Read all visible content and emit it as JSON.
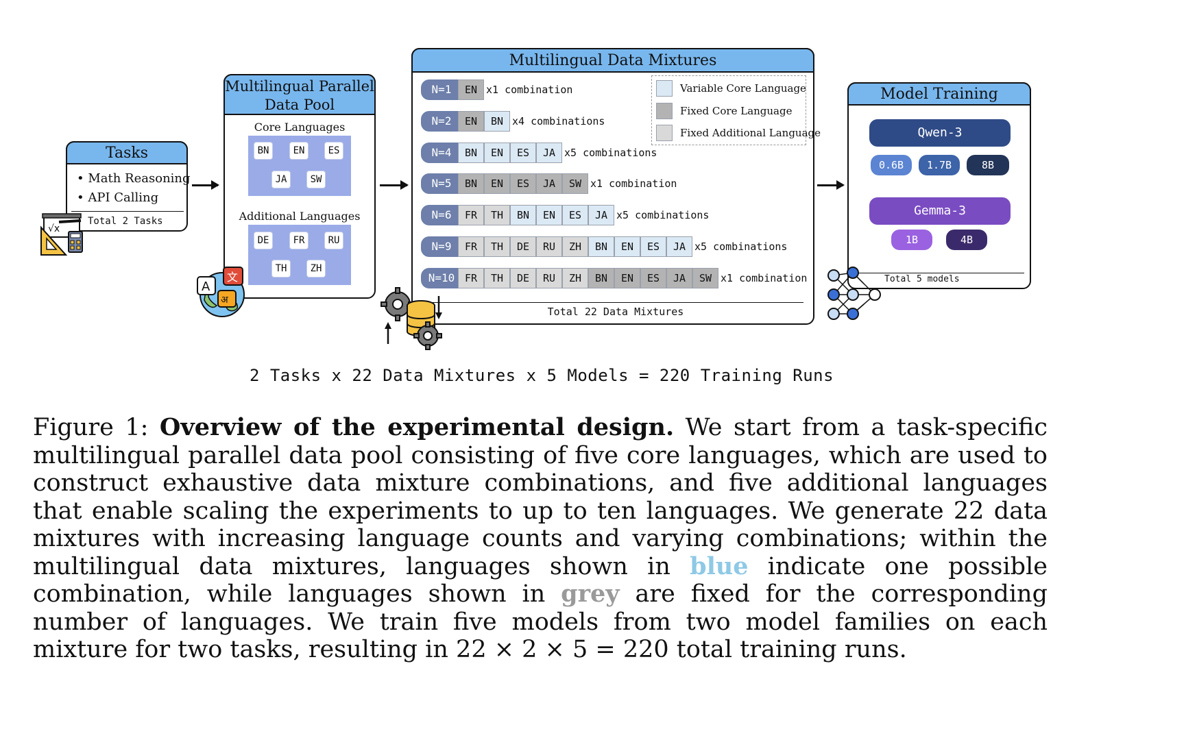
{
  "tasks": {
    "title": "Tasks",
    "items": [
      "Math Reasoning",
      "API Calling"
    ],
    "total": "Total 2 Tasks"
  },
  "pool": {
    "title_line1": "Multilingual Parallel",
    "title_line2": "Data Pool",
    "core_heading": "Core Languages",
    "core": [
      "BN",
      "EN",
      "ES",
      "JA",
      "SW"
    ],
    "additional_heading": "Additional Languages",
    "additional": [
      "DE",
      "FR",
      "RU",
      "TH",
      "ZH"
    ]
  },
  "mixtures": {
    "title": "Multilingual Data Mixtures",
    "legend": {
      "variable": "Variable Core Language",
      "fixed": "Fixed Core Language",
      "additional": "Fixed Additional Language"
    },
    "rows": [
      {
        "n": "N=1",
        "cells": [
          {
            "lang": "EN",
            "kind": "fix"
          }
        ],
        "combos": "x1 combination"
      },
      {
        "n": "N=2",
        "cells": [
          {
            "lang": "EN",
            "kind": "fix"
          },
          {
            "lang": "BN",
            "kind": "var"
          }
        ],
        "combos": "x4 combinations"
      },
      {
        "n": "N=4",
        "cells": [
          {
            "lang": "BN",
            "kind": "var"
          },
          {
            "lang": "EN",
            "kind": "var"
          },
          {
            "lang": "ES",
            "kind": "var"
          },
          {
            "lang": "JA",
            "kind": "var"
          }
        ],
        "combos": "x5 combinations"
      },
      {
        "n": "N=5",
        "cells": [
          {
            "lang": "BN",
            "kind": "fix"
          },
          {
            "lang": "EN",
            "kind": "fix"
          },
          {
            "lang": "ES",
            "kind": "fix"
          },
          {
            "lang": "JA",
            "kind": "fix"
          },
          {
            "lang": "SW",
            "kind": "fix"
          }
        ],
        "combos": "x1 combination"
      },
      {
        "n": "N=6",
        "cells": [
          {
            "lang": "FR",
            "kind": "add"
          },
          {
            "lang": "TH",
            "kind": "add"
          },
          {
            "lang": "BN",
            "kind": "var"
          },
          {
            "lang": "EN",
            "kind": "var"
          },
          {
            "lang": "ES",
            "kind": "var"
          },
          {
            "lang": "JA",
            "kind": "var"
          }
        ],
        "combos": "x5 combinations"
      },
      {
        "n": "N=9",
        "cells": [
          {
            "lang": "FR",
            "kind": "add"
          },
          {
            "lang": "TH",
            "kind": "add"
          },
          {
            "lang": "DE",
            "kind": "add"
          },
          {
            "lang": "RU",
            "kind": "add"
          },
          {
            "lang": "ZH",
            "kind": "add"
          },
          {
            "lang": "BN",
            "kind": "var"
          },
          {
            "lang": "EN",
            "kind": "var"
          },
          {
            "lang": "ES",
            "kind": "var"
          },
          {
            "lang": "JA",
            "kind": "var"
          }
        ],
        "combos": "x5 combinations"
      },
      {
        "n": "N=10",
        "cells": [
          {
            "lang": "FR",
            "kind": "add"
          },
          {
            "lang": "TH",
            "kind": "add"
          },
          {
            "lang": "DE",
            "kind": "add"
          },
          {
            "lang": "RU",
            "kind": "add"
          },
          {
            "lang": "ZH",
            "kind": "add"
          },
          {
            "lang": "BN",
            "kind": "fix"
          },
          {
            "lang": "EN",
            "kind": "fix"
          },
          {
            "lang": "ES",
            "kind": "fix"
          },
          {
            "lang": "JA",
            "kind": "fix"
          },
          {
            "lang": "SW",
            "kind": "fix"
          }
        ],
        "combos": "x1 combination"
      }
    ],
    "total": "Total 22 Data Mixtures"
  },
  "models": {
    "title": "Model Training",
    "qwen": {
      "name": "Qwen-3",
      "sizes": [
        "0.6B",
        "1.7B",
        "8B"
      ]
    },
    "gemma": {
      "name": "Gemma-3",
      "sizes": [
        "1B",
        "4B"
      ]
    },
    "total": "Total 5 models"
  },
  "equation": "2 Tasks x 22 Data Mixtures x 5 Models = 220 Training Runs",
  "caption": {
    "label": "Figure 1:",
    "bold_title": "Overview of the experimental design.",
    "part1": "We start from a task-specific multilingual parallel data pool consisting of five core languages, which are used to construct exhaustive data mixture combinations, and five additional languages that enable scaling the experiments to up to ten languages.  We generate 22 data mixtures with increasing language counts and varying combinations; within the multilingual data mixtures, languages shown in",
    "blue_word": "blue",
    "part2": "indicate one possible combination, while languages shown in",
    "grey_word": "grey",
    "part3": "are fixed for the corresponding number of languages. We train five models from two model families on each mixture for two tasks, resulting in 22 × 2 × 5 = 220 total training runs."
  },
  "colors": {
    "header_blue": "#78b7ee",
    "lang_box": "#9aabe8",
    "n_label": "#6d7faa",
    "variable_cell": "#dbe9f5",
    "fixed_cell": "#b3b3b3",
    "additional_cell": "#d9d9d9",
    "qwen_dark": "#2f4b87",
    "qwen_light": "#5b84d2",
    "qwen_mid": "#3d63a8",
    "qwen_darkest": "#223457",
    "gemma": "#7a4cc2",
    "gemma_light": "#9a62e0",
    "gemma_dark": "#3b2a6b"
  }
}
